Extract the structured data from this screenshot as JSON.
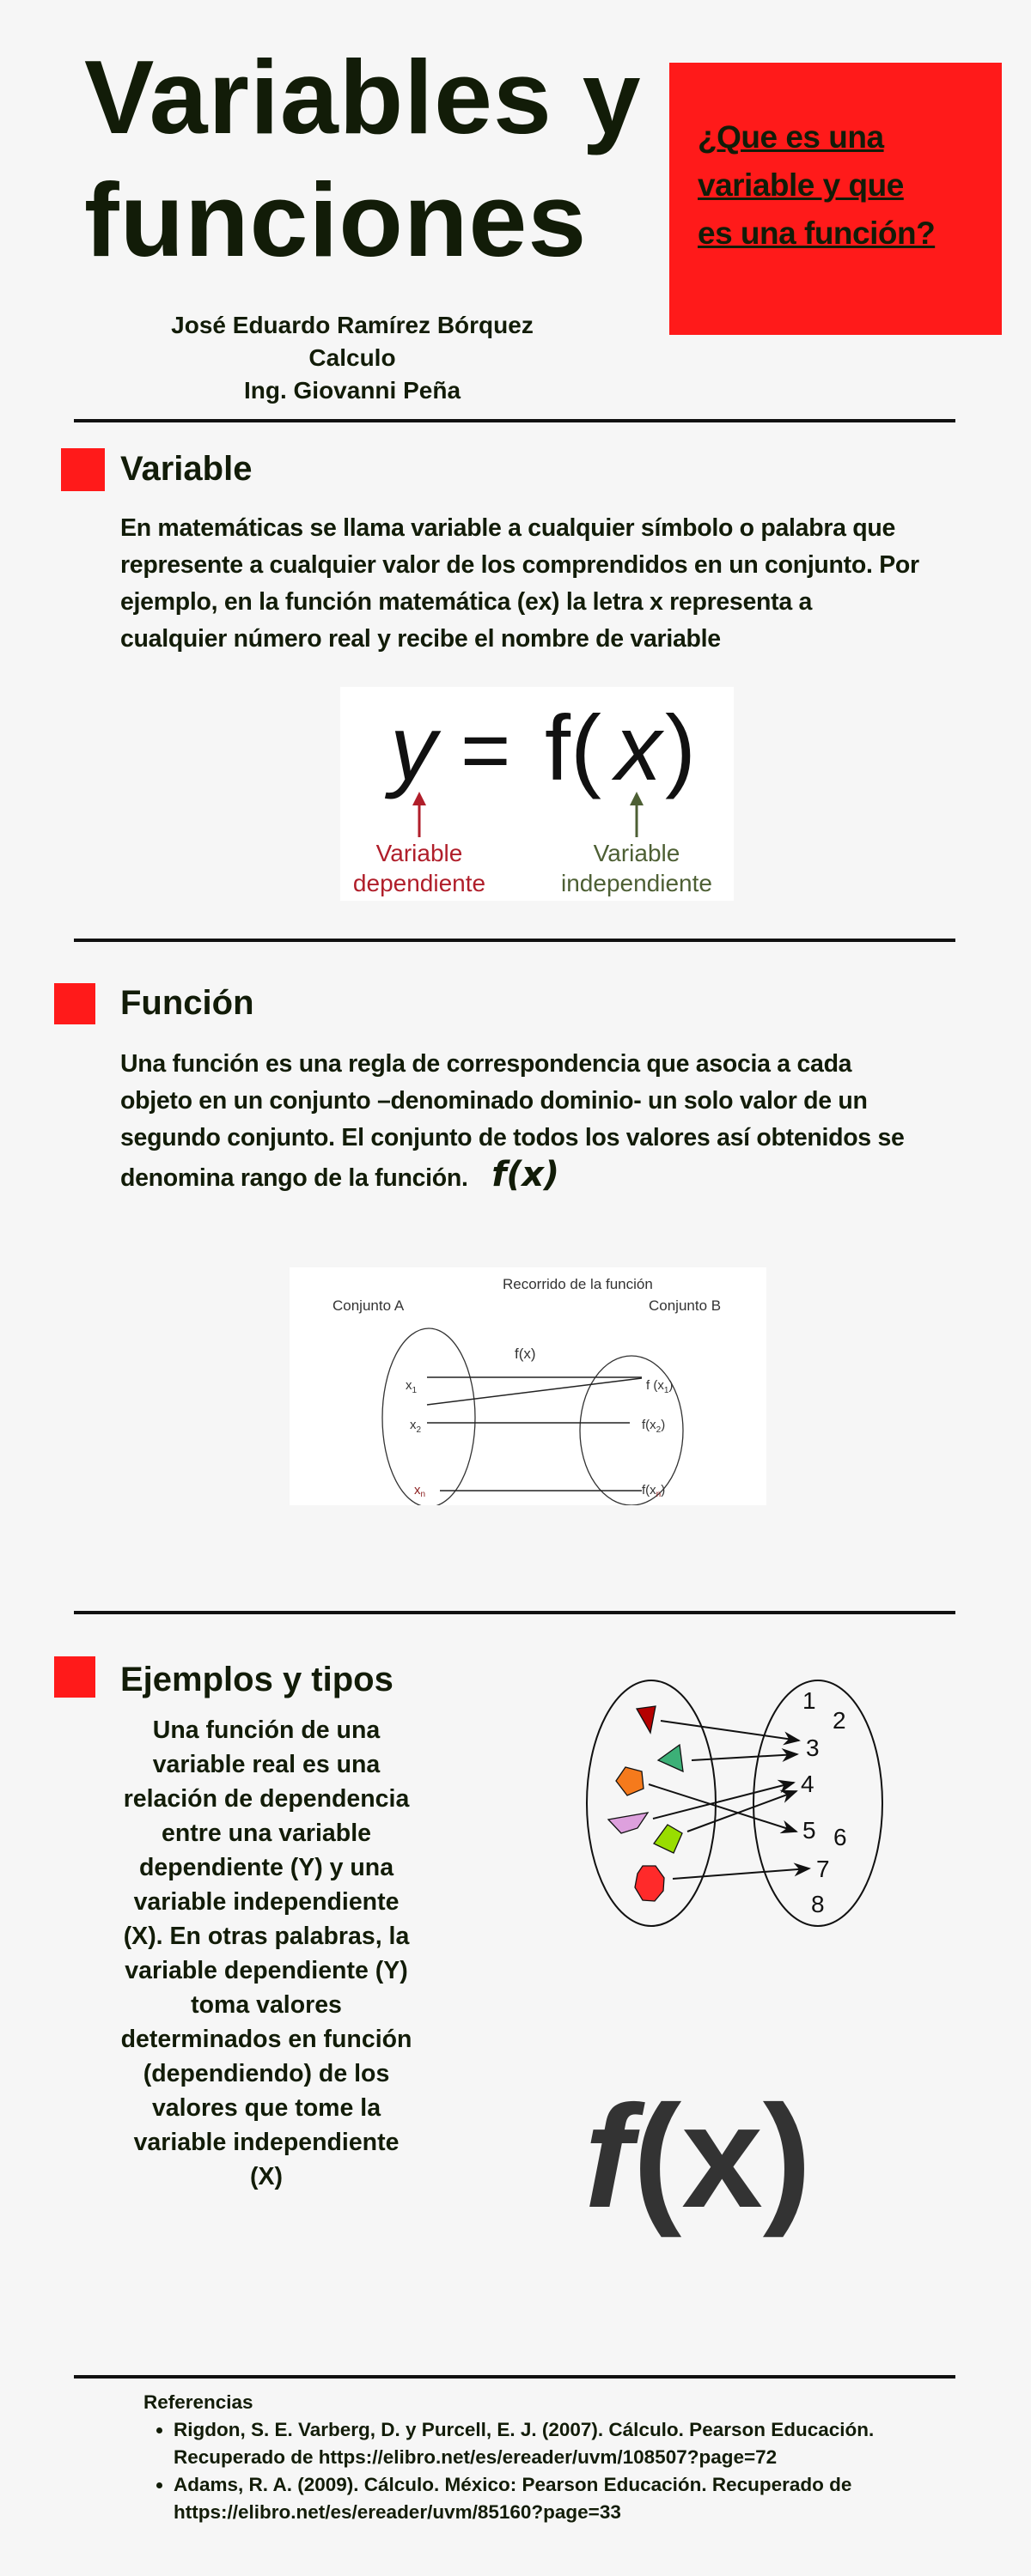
{
  "header": {
    "title_line1": "Variables y",
    "title_line2": "funciones",
    "question_lines": [
      "¿Que es una",
      "variable y que",
      "es una función? "
    ],
    "author": "José Eduardo Ramírez Bórquez",
    "course": "Calculo",
    "teacher": "Ing. Giovanni Peña"
  },
  "colors": {
    "accent": "#ff1a1a",
    "text": "#121c08",
    "background": "#f6f6f6"
  },
  "variable": {
    "heading": "Variable",
    "lines": [
      "En matemáticas se llama variable a cualquier símbolo o palabra que",
      "represente a cualquier valor de los comprendidos en un conjunto. Por",
      "ejemplo, en la función matemática (ex) la letra x representa a",
      "cualquier número real y recibe el nombre de variable"
    ],
    "image": {
      "equation_y": "y",
      "equation_eq": "=",
      "equation_f": "f(",
      "equation_x": "x",
      "equation_close": ")",
      "dep_line1": "Variable",
      "dep_line2": "dependiente",
      "indep_line1": "Variable",
      "indep_line2": "independiente"
    }
  },
  "funcion": {
    "heading": "Función",
    "lines": [
      "Una función  es una regla de correspondencia que asocia a cada",
      "objeto en un conjunto –denominado dominio- un solo valor de un",
      "segundo conjunto. El conjunto de todos los valores así obtenidos se",
      "denomina rango de la función."
    ],
    "inline_icon": "f(x)",
    "diagram": {
      "title": "Recorrido de la función",
      "set_a": "Conjunto A",
      "set_b": "Conjunto B",
      "fx": "f(x)",
      "x1": "x",
      "x1_sub": "1",
      "x2": "x",
      "x2_sub": "2",
      "xn": "x",
      "xn_sub": "n",
      "fx1": "f (x",
      "fx1_sub": "1",
      "fx1_close": ")",
      "fx2": "f(x",
      "fx2_sub": "2",
      "fx2_close": ")",
      "fxn": "f(x",
      "fxn_sub": "n",
      "fxn_close": ")"
    }
  },
  "ejemplos": {
    "heading": "Ejemplos y tipos",
    "lines": [
      "Una función de una",
      "variable real es una",
      "relación de dependencia",
      "entre una variable",
      "dependiente (Y) y una",
      "variable independiente",
      "(X). En otras palabras, la",
      "variable dependiente (Y)",
      "toma valores",
      "determinados en función",
      "(dependiendo) de los",
      "valores que tome la",
      "variable independiente",
      "(X)"
    ],
    "codomain_numbers": [
      "1",
      "2",
      "3",
      "4",
      "5",
      "6",
      "7",
      "8"
    ],
    "shape_colors": [
      "#b50000",
      "#3cb077",
      "#f57a1c",
      "#dda0dd",
      "#99dd00",
      "#ff2a2a"
    ],
    "big_icon": {
      "f": "f",
      "open": "(",
      "x": "x",
      "close": ")"
    }
  },
  "references": {
    "heading": "Referencias",
    "items": [
      "Rigdon, S. E. Varberg, D. y Purcell, E. J. (2007). Cálculo. Pearson Educación. Recuperado de https://elibro.net/es/ereader/uvm/108507?page=72",
      "Adams, R. A. (2009). Cálculo. México: Pearson Educación. Recuperado de https://elibro.net/es/ereader/uvm/85160?page=33"
    ]
  }
}
